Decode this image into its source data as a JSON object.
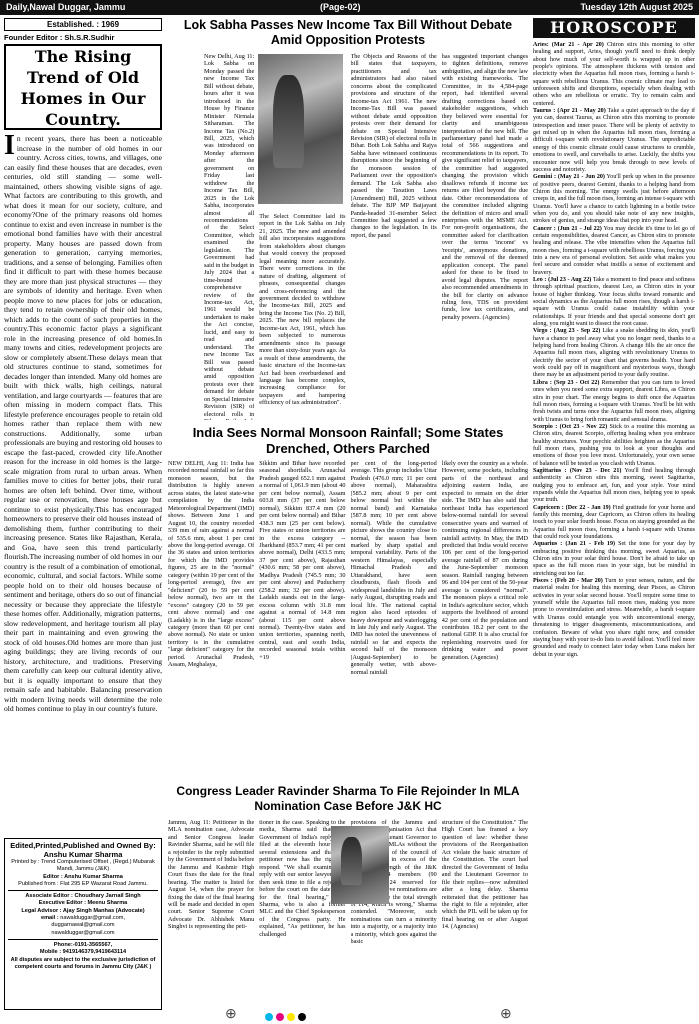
{
  "masthead": {
    "left": "Daily,Nawal Duggar, Jammu",
    "center": "(Page-02)",
    "right": "Tuesday 12th August 2025"
  },
  "established": "Established. : 1969",
  "founder": "Founder Editor  : Sh.S.R.Sudhir",
  "editorial": {
    "title": "The Rising Trend of Old Homes in Our Country.",
    "dropcap": "I",
    "body": "n recent years, there has been a noticeable increase in the number of old homes in our country. Across cities, towns, and villages, one can easily find these houses that are decades, even centuries, old still standing — some well-maintained, others showing visible signs of age. What factors are contributing to this growth, and what does it mean for our society, culture, and economy?One of the primary reasons old homes continue to exist and even increase in number is the emotional bond families have with their ancestral property. Many houses are passed down from generation to generation, carrying memories, traditions, and a sense of belonging. Families often find it difficult to part with these homes because they are more than just physical structures — they are symbols of identity and heritage. Even when people move to new places for jobs or education, they tend to retain ownership of their old homes, which adds to the count of such properties in the country.This economic factor plays a significant role in the increasing presence of old homes.In many towns and cities, redevelopment projects are slow or completely absent.These delays mean that old structures continue to stand, sometimes for decades longer than intended. Many old homes are built with thick walls, high ceilings, natural ventilation, and large courtyards — features that are often missing in modern compact flats. This lifestyle preference encourages people to retain old homes rather than replace them with new constructions. Additionally, some urban professionals are buying and restoring old houses to escape the fast-paced, crowded city life.Another reason for the increase in old homes is the large-scale migration from rural to urban areas. When families move to cities for better jobs, their rural homes are often left behind. Over time, without regular use or renovation, these houses age but continue to exist physically.This has encouraged homeowners to preserve their old houses instead of demolishing them, further contributing to their increasing presence. States like Rajasthan, Kerala, and Goa, have seen this trend particularly flourish.The increasing number of old homes in our country is the result of a combination of emotional, economic, cultural, and social factors. While some people hold on to their old houses because of sentiment and heritage, others do so out of financial necessity or because they appreciate the lifestyle these homes offer. Additionally, migration patterns, slow redevelopment, and heritage tourism all play their part in maintaining and even growing the stock of old houses.Old homes are more than just aging buildings; they are living records of our history, architecture, and traditions. Preserving them carefully can keep our cultural identity alive, but it is equally important to ensure that they remain safe and habitable. Balancing preservation with modern living needs will determine the role old homes continue to play in our country's future."
  },
  "imprint": {
    "heading": "Edited,Printed,Published and Owned By: Anshu Kumar Sharma",
    "printed_by": "Printed by :  Trend Computerised Offset , (Regd.) Mubarak Mandi, Jammu (J&K)",
    "editor": "Editor : Anshu Kumar Sharma",
    "published_from": "Published from : Flat 295 EP Wazarat Road Jammu.",
    "associate_editor": "Associate Editor : Choudhary Jarnail Singh",
    "executive_editor": "Executive Editor : Meenu Sharma",
    "legal_advisor": "Legal Advisor : Ajay Singh Manhas (Advocate)",
    "email_label": "email :",
    "email_1": "nawalduggar@gmail.com,",
    "email_2": "duggarnawal@gmail.com",
    "email_3": "nawalduggar@gmail.com",
    "phone": "Phone:-0191-3565567,",
    "mobile": "Mobile : 9419146379,9419643114",
    "disclaimer": "All disputes are subject to the exclusive jurisdiction of competent courts  and forums in Jammu City (J&K )"
  },
  "story1": {
    "headline": "Lok Sabha Passes New Income Tax Bill Without Debate Amid Opposition Protests",
    "columns": [
      "New Delhi, Aug 11: Lok Sabha on Monday passed the new Income Tax Bill without debate, hours after it was introduced in the House by Finance Minister Nirmala Sitharaman. The Income Tax (No.2) Bill, 2025, which was introduced on Monday afternoon after the government on Friday last withdrew the Income Tax Bill, 2025 in the Lok Sabha, incorporates almost all recommendations of the Select Committee, which examined the legislation. The Government had said in the budget in July 2024 that a time-bound comprehensive review of the Income-tax Act, 1961 would be undertaken to make the Act concise, lucid, and easy to read and understand. The new Income Tax Bill was passed without debate amid opposition protests over their demand for debate on Special Intensive Revision (SIR) of electoral rolls in Bihar. Both Lok Sabha and Rajya Sabha have witnessed continuous disruptions since the beginning of the monsoon session of Parliament over the opposition's demand. The Government had introduced the Income Tax Bill, 2025 in the Lok Sabha on February 13, 2025, and it was referred to the Select Committee for examination.",
      "The Select Committee laid its report in the Lok Sabha on July 21, 2025. The new and amended bill also incorporates suggestions from stakeholders about changes that would convey the proposed legal meaning more accurately. There were corrections in the nature of drafting, alignment of phrases, consequential changes and cross-referencing and the government decided to withdraw the Income-tax Bill, 2025 and bring the Income Tax (No. 2) Bill, 2025. The new bill replaces the Income-tax Act, 1961, which has been subjected to numerous amendments since its passage more than sixty-four years ago. As a result of these amendments, the basic structure of the Income-tax Act had been overburdened and language has become complex, increasing compliance for taxpayers and hampering efficiency of tax administration\".",
      "The Objects and Reasons of the bill states that taxpayers, practitioners and tax administrators had also raised concerns about the complicated provisions and structure of the Income-tax Act 1961. The new Income-Tax Bill was passed without debate amid opposition protests over their demand for debate on Special Intensive Revision (SIR) of electoral rolls in Bihar. Both Lok Sabha and Rajya Sabha have witnessed continuous disruptions since the beginning of the monsoon session of Parliament over the opposition's demand. The Lok Sabha also passed the Taxation Laws (Amendment) Bill, 2025 without debate. The BJP MP Baijayant Panda-headed 31-member Select Committee had suggested a few changes to the legislation. In its report, the panel",
      "has suggested important changes to tighten definitions, remove ambiguities, and align the new law with existing frameworks. The Committee, in its 4,584-page report, had identified several drafting corrections based on stakeholder suggestions, which they believed were essential for clarity and unambiguous interpretation of the new bill. The parliamentary panel had made a total of 566 suggestions and recommendations in its report. To give significant relief to taxpayers, the committee had suggested changing the provision which disallows refunds if income tax returns are filed beyond the due date. Other recommendations of the committee included aligning the definition of micro and small enterprises with the MSME Act. For non-profit organisations, the committee asked for clarification over the terms 'income' vs 'receipts', anonymous donations, and the removal of the deemed application concept. The panel asked for these to be fixed to avoid legal disputes. The report also recommended amendments in the bill for clarity on advance ruling fees, TDS on provident funds, low tax certificates, and penalty powers. (Agencies)"
    ]
  },
  "story2": {
    "headline": "India Sees Normal Monsoon Rainfall; Some States Drenched, Others Parched",
    "columns": [
      "NEW DELHI, Aug 11: India has recorded normal rainfall so far this monsoon season, but the distribution is highly uneven across states, the latest state-wise compilation by the India Meteorological Department (IMD) shows. Between June 1 and August 10, the country recorded 539 mm of rain against a normal of 535.6 mm, about 1 per cent above the long-period average. Of the 36 states and union territories for which the IMD provides figures, 25 are in the \"normal\" category (within 19 per cent of the long-period average), five are \"deficient\" (20 to 59 per cent below normal), two are in the \"excess\" category (20 to 59 per cent above normal) and one (Ladakh) is in the \"large excess\" category (more than 60 per cent above normal). No state or union territory is in the cumulative \"large deficient\" category for the period. Arunachal Pradesh, Assam, Meghalaya,",
      "Sikkim and Bihar have recorded seasonal shortfalls. Arunachal Pradesh gauged 652.1 mm against a normal of 1,061.9 mm (about 40 per cent below normal), Assam 603.8 mm (37 per cent below normal), Sikkim 837.4 mm (20 per cent below normal) and Bihar 438.3 mm (25 per cent below). Five states or union territories are in the excess category -- Jharkhand (853.7 mm; 41 per cent above normal), Delhi (433.5 mm; 37 per cent above), Rajasthan (430.6 mm; 58 per cent above), Madhya Pradesh (745.5 mm; 30 per cent above) and Puducherry (258.2 mm; 32 per cent above). Ladakh stands out in the large-excess column with 31.8 mm against a normal of 14.8 mm (about 115 per cent above normal). Twenty-five states and union territories, spanning north, central, east and south India, recorded seasonal totals within +19",
      "per cent of the long-period average. This group includes Uttar Pradesh (476.0 mm; 11 per cent above normal), Maharashtra (585.2 mm; about 9 per cent below normal but within the normal band) and Karnataka (587.8 mm; 10 per cent above normal). While the cumulative picture shows the country close to normal, the season has been marked by sharp spatial and temporal variability. Parts of the western Himalayas, especially Himachal Pradesh and Uttarakhand, have seen cloudbursts, flash floods and widespread landslides in July and early August, disrupting roads and local life. The national capital region also faced episodes of heavy downpour and waterlogging in late July and early August. The IMD has noted the unevenness of rainfall so far and expects the second half of the monsoon (August-September) to be generally wetter, with above-normal rainfall",
      "likely over the country as a whole. However, some pockets, including parts of the northeast and adjoining eastern India, are expected to remain on the drier side. The IMD has also said that northeast India has experienced below-normal rainfall for several consecutive years and warned of continuing regional differences in rainfall activity. In May, the IMD predicted that India would receive 106 per cent of the long-period average rainfall of 87 cm during the June-September monsoon season. Rainfall ranging between 96 and 104 per cent of the 50-year average is considered \"normal\". The monsoon plays a critical role in India's agriculture sector, which supports the livelihood of around 42 per cent of the population and contributes 18.2 per cent to the national GDP. It is also crucial for replenishing reservoirs used for drinking water and power generation. (Agencies)"
    ]
  },
  "story3": {
    "headline": "Congress Leader Ravinder Sharma To File Rejoinder In MLA Nomination Case Before J&K HC",
    "columns": [
      "Jammu, Aug 11: Petitioner in the MLA nomination case, Advocate and Senior Congress leader Ravinder Sharma, said he will file a rejoinder to the reply submitted by the Government of India before the Jammu and Kashmir High Court fixes the date for the final hearing. The matter is listed for August 14, when the prayer for fixing the date of the final hearing will be made and decided in open court. Senior Supreme Court Advocate Dr. Abhishek Manu Singhvi is representing the peti-",
      "tioner in the case. Speaking to the media, Sharma said that the Government of India's reply was filed at the eleventh hour after several extensions and that the petitioner now has the right to respond. \"We shall examine the reply with our senior lawyers and then seek time to file a rejoinder before the court on the date fixed for the final hearing,\" said Sharma, who is also a former MLC and the Chief Spokesperson of the Congress party. He explained, \"As petitioner, he has challenged",
      "provisions of the Jammu and Kashmir Reorganisation Act that allow the Lieutenant Governor to nominate five MLAs without the aid and advice of the council of ministers, and in excess of the sanctioned strength of the J&K Assembly—114 members (90 elected and 24 reserved for PoJK).\" \"The five nominations are over and above the total strength of 114, which is wrong,\" Sharma contended. \"Moreover, such nominations can turn a minority into a majority, or a majority into a minority, which goes against the basic",
      "structure of the Constitution.\" The High Court has framed a key question of law: whether these provisions of the Reorganisation Act violate the basic structure of the Constitution. The court had directed the Government of India and the Lieutenant Governor to file their replies—now submitted after a long delay. Sharma reiterated that the petitioner has the right to file a rejoinder, after which the PIL will be taken up for final hearing on or after August 14. (Agencies)"
    ]
  },
  "horoscope": {
    "title": "HOROSCOPE",
    "signs": [
      {
        "name": "Aries:",
        "dates": "(Mar 21 - Apr 20)",
        "text": "Chiron stirs this morning to offer healing and support, Aries, though you'll need to think deeply about how much of your self-worth is wrapped up in other people's opinions. The atmosphere thickens with tension and electricity when the Aquarius full moon rises, forming a harsh t-square with rebellious Uranus. This cosmic climate may lead to unforeseen shifts and disruptions, especially when dealing with others who are rebellious or erratic. Try to remain calm and centered."
      },
      {
        "name": "Taurus :",
        "dates": "(Apr 21 - May 20)",
        "text": "Take a quiet approach to the day if you can, dearest Taurus, as Chiron stirs this morning to promote introspection and inner peace. There will be plenty of activity to get mixed up in when the Aquarius full moon rises, forming a difficult t-square with revolutionary Uranus. The unpredictable energy of this cosmic climate could cause structures to crumble, emotions to swell, and curveballs to arise. Luckily, the shifts you encounter now will help you break through to new levels of success and notoriety."
      },
      {
        "name": "Gemini :",
        "dates": "(May 21 - Jun 20)",
        "text": "You'll perk up when in the presence of positive peers, dearest Gemini, thanks to a helping hand from Chiron this morning. The energy swells just before afternoon creeps in, and the full moon rises, forming an intense t-square with Uranus. You'll have a chance to catch lightning in a bottle twice when you do, and you should take note of any new insights, strokes of genius, and strange ideas that pop into your head."
      },
      {
        "name": "Cancer :",
        "dates": "(Jun 21 - Jul 22)",
        "text": "You may decide it's time to let go of certain responsibilities, dearest Cancer, as Chiron stirs to promote healing and release. The vibe intensifies when the Aquarius full moon rises, forming a t-square with rebellious Uranus, forcing you into a new era of personal evolution. Set aside what makes you feel secure and consider what instills a sense of excitement and bravery."
      },
      {
        "name": "Leo :",
        "dates": "(Jul 23 - Aug 22)",
        "text": "Take a moment to find peace and softness through spiritual practices, dearest Leo, as Chiron stirs in your house of higher thinking. Your focus shifts toward romantic and social dynamics as the Aquarius full moon rises, though a harsh t-square with Uranus could cause instability within your relationships. If your friends and that special someone don't get along, you might want to dissect the root cause."
      },
      {
        "name": "Virgo :",
        "dates": "(Aug 23 - Sep 22)",
        "text": "Like a snake shedding its skin, you'll have a chance to peel away what you no longer need, thanks to a helping hand from healing Chiron. A change fills the air once the Aquarius full moon rises, aligning with revolutionary Uranus to electrify the sector of your chart that governs health. Your hard work could pay off in magnificent and mysterious ways, though there may be an adjustment period to your daily routine."
      },
      {
        "name": "Libra :",
        "dates": "(Sep 23 - Oct 22)",
        "text": "Remember that you can turn to loved ones when you need some extra support, dearest Libra, as Chiron stirs in your chart. The energy begins to shift once the Aquarius full moon rises, forming a t-square with Uranus. You'll be hit with fresh twists and turns once the Aquarius full moon rises, aligning with Uranus to bring forth romantic and sensual drama."
      },
      {
        "name": "Scorpio :",
        "dates": "(Oct 23 - Nov 22)",
        "text": "Stick to a routine this morning as Chiron stirs, dearest Scorpio, offering healing when you embrace healthy structures. Your psychic abilities heighten as the Aquarius full moon rises, pushing you to look at your thoughts and emotions of those you love most. Unfortunately, your own sense of balance will be tested as you clash with Uranus."
      },
      {
        "name": "Sagittarius :",
        "dates": "(Nov 23 - Dec 21)",
        "text": "You'll find healing through authenticity as Chiron stirs this morning, sweet Sagittarius, nudging you to embrace art, fun, and your style. Your mind expands while the Aquarius full moon rises, helping you to speak your truth."
      },
      {
        "name": "Capricorn :",
        "dates": "(Dec 22 - Jan 19)",
        "text": "Find gratitude for your home and family this morning, dear Capricorn, as Chiron offers its healing touch to your solar fourth house. Focus on staying grounded as the Aquarius full moon rises, forming a harsh t-square with Uranus that could rock your foundations."
      },
      {
        "name": "Aquarius :",
        "dates": "(Jan 21 - Feb 19)",
        "text": "Set the tone for your day by embracing positive thinking this morning, sweet Aquarius, as Chiron stirs in your solar third house. Don't be afraid to take up space as the full moon rises in your sign, but be mindful in stretching out too far."
      },
      {
        "name": "Pisces :",
        "dates": "(Feb 20 - Mar 20)",
        "text": "Turn to your senses, nature, and the material realm for healing this morning, dear Pisces, as Chiron activates in your solar second house. You'll require some time to yourself while the Aquarius full moon rises, making you more prone to overstimulation and stress. Meanwhile, a harsh t-square with Uranus could entangle you with unconventional energy, threatening to trigger disagreements, miscommunications, and confusion. Beware of what you share right now, and consider staying busy with your to-do lists to avoid fallout. You'll feel more grounded and ready to connect later today when Luna makes her debut in your sign."
      }
    ]
  }
}
